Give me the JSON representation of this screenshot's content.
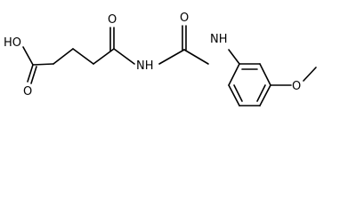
{
  "molecule": {
    "labels": {
      "hydroxyl": "HO",
      "acid_carbonyl_o": "O",
      "ketone_o": "O",
      "urea_o": "O",
      "imide_nh": "NH",
      "aniline_nh": "NH",
      "ether_o": "O"
    }
  },
  "colors": {
    "bond": "#000000",
    "text": "#000000",
    "background": "#ffffff"
  }
}
